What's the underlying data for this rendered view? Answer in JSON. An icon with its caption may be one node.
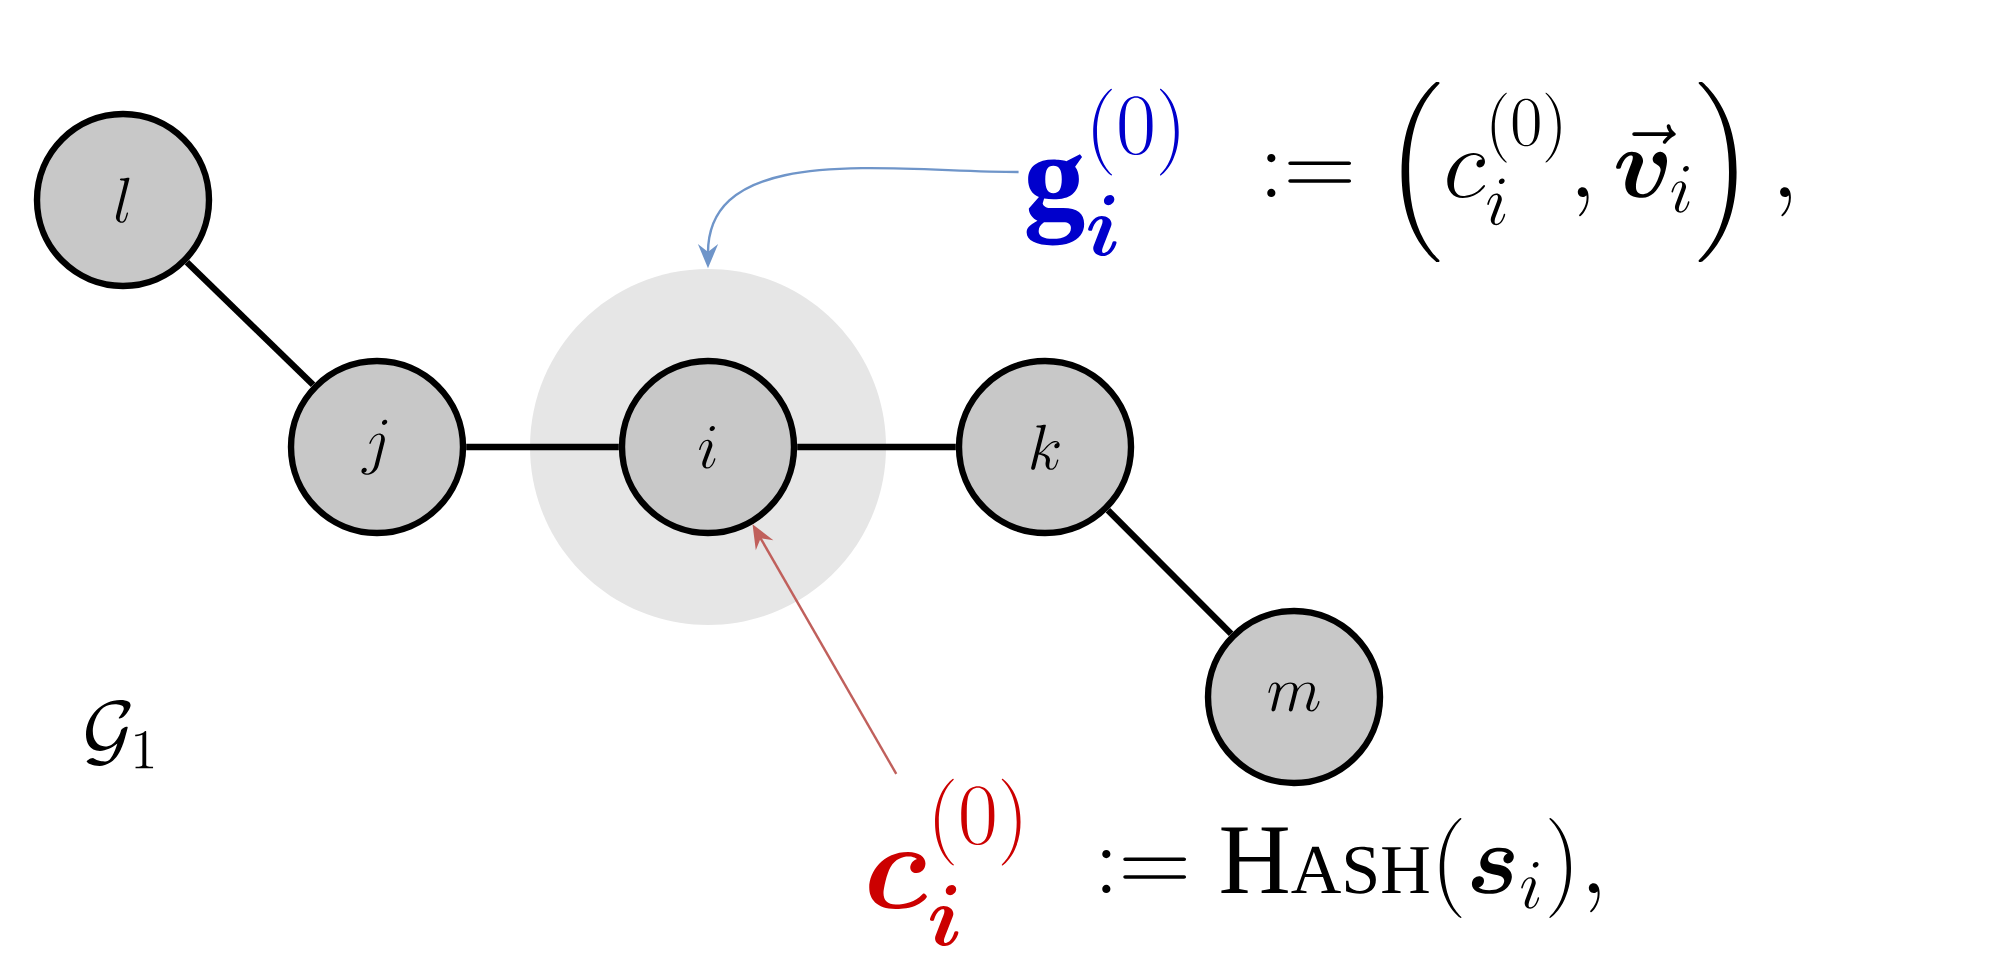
{
  "diagram": {
    "nodes": [
      {
        "text": [
          "l"
        ]
      },
      {
        "text": [
          "j"
        ]
      },
      {
        "text": [],
        "shape": "circle"
      },
      {
        "text": [
          "i"
        ],
        "in": 2
      },
      {
        "text": [
          "k"
        ]
      },
      {
        "text": [
          "m"
        ]
      },
      {
        "text": [
          "\\mathbf{g}_{\\boldsymbol{i}}^{(0)}"
        ]
      },
      {
        "text": [
          "\\boldsymbol{c}_{\\boldsymbol{i}}^{(0)}"
        ]
      }
    ],
    "edges": [
      {
        "from": 0,
        "to": 1,
        "arrow": "none"
      },
      {
        "from": 1,
        "to": 3,
        "arrow": "none"
      },
      {
        "from": 3,
        "to": 4,
        "arrow": "none"
      },
      {
        "from": 4,
        "to": 5,
        "arrow": "none"
      },
      {
        "from": 6,
        "to": 2,
        "arrow": "to",
        "color": "#6f95c9"
      },
      {
        "from": 7,
        "to": 3,
        "arrow": "to",
        "color": "#c0605c"
      }
    ],
    "labels": [
      ":=\\left(c_i^{(0)}, \\vec{\\boldsymbol{v}}_i\\right),",
      ":=\\mathrm{H}{\\scriptstyle\\mathrm{ASH}}(\\boldsymbol{s}_i),",
      "\\mathcal{G}_1"
    ]
  }
}
